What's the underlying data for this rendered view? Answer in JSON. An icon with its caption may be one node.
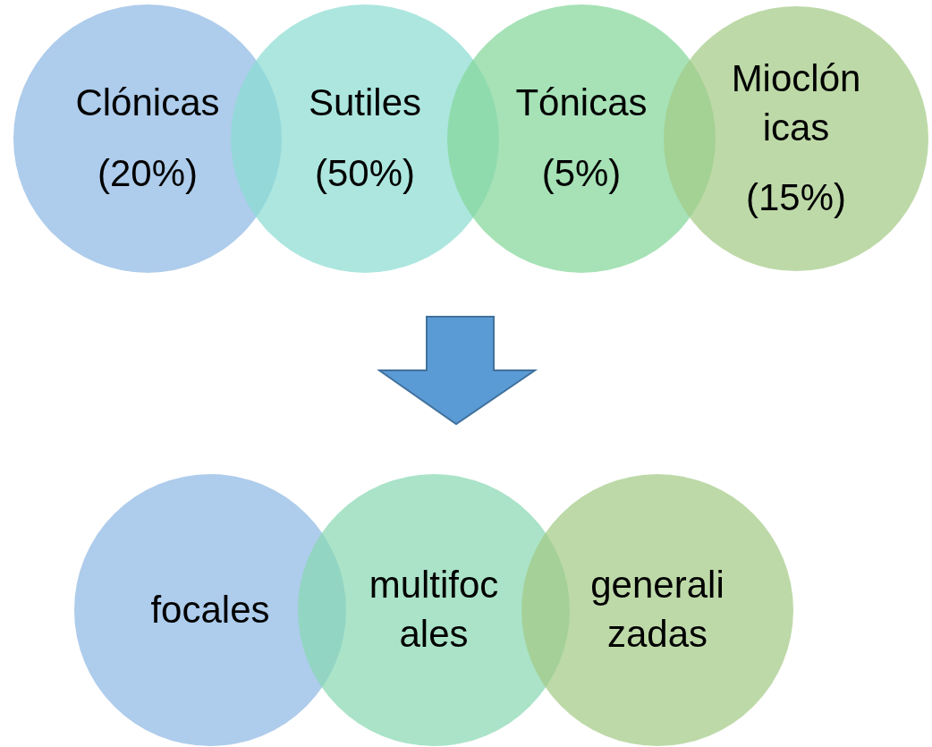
{
  "diagram": {
    "nodes": [
      {
        "text": [
          "Clónicas",
          "(20%)"
        ]
      },
      {
        "text": [
          "Sutiles",
          "(50%)"
        ]
      },
      {
        "text": [
          "Tónicas",
          "(5%)"
        ]
      },
      {
        "text": [
          "Mioclón icas",
          "(15%)"
        ]
      },
      {
        "text": [
          "focales"
        ]
      },
      {
        "text": [
          "multifoc ales"
        ]
      },
      {
        "text": [
          "generali zadas"
        ]
      }
    ],
    "edges": []
  }
}
